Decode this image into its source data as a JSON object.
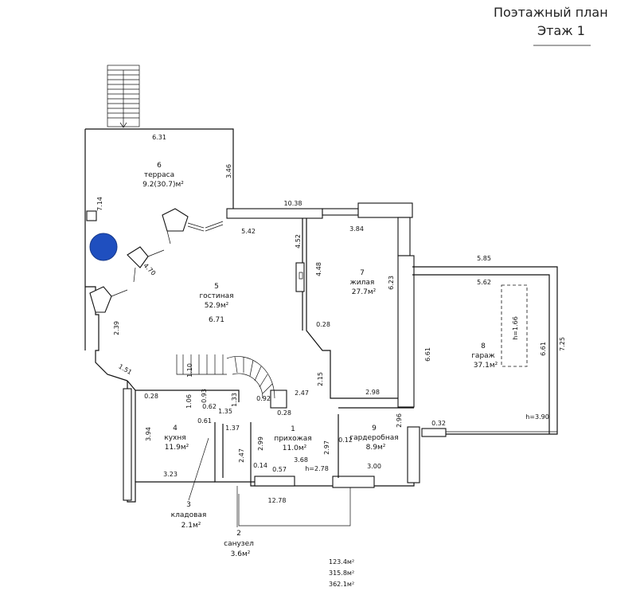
{
  "header": {
    "line1": "Поэтажный план",
    "line2": "Этаж 1"
  },
  "rooms": [
    {
      "num": "6",
      "name": "терраса",
      "area": "9.2(30.7)м²"
    },
    {
      "num": "5",
      "name": "гостиная",
      "area": "52.9м²",
      "extra": "6.71"
    },
    {
      "num": "7",
      "name": "жилая",
      "area": "27.7м²"
    },
    {
      "num": "8",
      "name": "гараж",
      "area": "37.1м²"
    },
    {
      "num": "4",
      "name": "кухня",
      "area": "11.9м²"
    },
    {
      "num": "1",
      "name": "прихожая",
      "area": "11.0м²"
    },
    {
      "num": "9",
      "name": "гардеробная",
      "area": "8.9м²"
    },
    {
      "num": "3",
      "name": "кладовая",
      "area": "2.1м²"
    },
    {
      "num": "2",
      "name": "санузел",
      "area": "3.6м²"
    }
  ],
  "dims": {
    "d_631": "6.31",
    "d_346": "3.46",
    "d_714": "7.14",
    "d_1038": "10.38",
    "d_542": "5.42",
    "d_452": "4.52",
    "d_384": "3.84",
    "d_448": "4.48",
    "d_623": "6.23",
    "d_470": "4.70",
    "d_239": "2.39",
    "d_151": "1.51",
    "d_028a": "0.28",
    "d_028b": "0.28",
    "d_028c": "0.28",
    "d_110": "1.10",
    "d_106": "1.06",
    "d_093": "0.93",
    "d_133": "1.33",
    "d_092": "0.92",
    "d_062": "0.62",
    "d_135": "1.35",
    "d_061": "0.61",
    "d_247a": "2.47",
    "d_215": "2.15",
    "d_298": "2.98",
    "d_394": "3.94",
    "d_137": "1.37",
    "d_299": "2.99",
    "d_247b": "2.47",
    "d_297": "2.97",
    "d_012": "0.12",
    "d_296": "2.96",
    "d_032": "0.32",
    "d_014": "0.14",
    "d_057": "0.57",
    "d_368": "3.68",
    "d_278": "h=2.78",
    "d_323": "3.23",
    "d_300": "3.00",
    "d_1278": "12.78",
    "d_585": "5.85",
    "d_562": "5.62",
    "d_661a": "6.61",
    "d_661b": "6.61",
    "d_725": "7.25",
    "d_166": "h=1.66",
    "d_390": "h=3.90"
  },
  "totals": {
    "t1": "123.4м²",
    "t2": "315.8м²",
    "t3": "362.1м²"
  },
  "colors": {
    "line": "#111111",
    "marker": "#1f4fbf"
  }
}
